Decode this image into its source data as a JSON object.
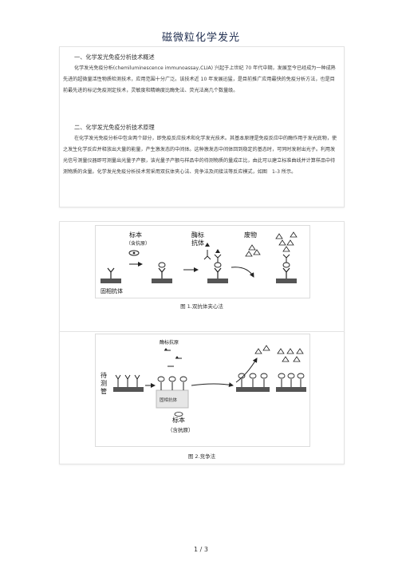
{
  "title": "磁微粒化学发光",
  "section1": {
    "heading": "一、化学发光免疫分析技术概述",
    "paragraph": "化学发光免疫分析(chemiluminescence immunoassay,CLIA) 兴起于上世纪 70 年代中期，发展至今已经成为一种成熟先进的超微量活性物质检测技术，应用范围十分广泛。该技术近 10 年发展迅猛，是目前推广应用最快的免疫分析方法，也是目前最先进的标记免疫测定技术，灵敏度和精确度比酶免法、荧光法高几个数量级。"
  },
  "section2": {
    "heading": "二、化学发光免疫分析技术原理",
    "paragraph": "在化学发光免疫分析中包含两个部分，即免疫反应技术和化学发光技术。其基本原理是免疫反应中的酶作用于发光底物，使之发生化学反应并释放出大量的能量，产生激发态的中间体。这种激发态中间体回到稳定的基态时，可同时发射出光子。利用发光信号测量仪器即可测量出光量子产额，该光量子产额与样品中的待测物质的量成正比，由此可以建立标准曲线并计算样品中待测物质的含量。化学发光免疫分析技术常采用双抗体夹心法、竞争法及间接法等反应模式，如图　1-3 所示。"
  },
  "figure1": {
    "caption": "图 1.双抗体夹心法",
    "labels": {
      "sample": "标本",
      "sample_sub": "（含抗原）",
      "enzyme_line1": "酶标",
      "enzyme_line2": "抗体",
      "waste": "废物",
      "solid_phase": "固相抗体"
    }
  },
  "figure2": {
    "caption": "图 2.竞争法",
    "labels": {
      "enzyme_antigen": "酶标抗原",
      "tube_line1": "待",
      "tube_line2": "测",
      "tube_line3": "管",
      "solid_phase": "固相抗体",
      "sample": "标本",
      "sample_sub": "（含抗原）"
    }
  },
  "pager": "1 / 3"
}
